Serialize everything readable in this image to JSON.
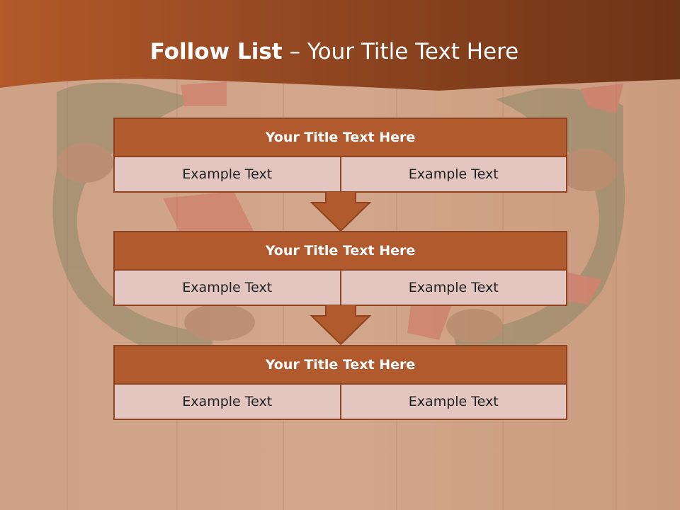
{
  "slide": {
    "title_bold": "Follow List",
    "title_rest": "– Your Title Text Here"
  },
  "steps": [
    {
      "title": "Your Title Text Here",
      "left": "Example Text",
      "right": "Example Text"
    },
    {
      "title": "Your Title Text Here",
      "left": "Example Text",
      "right": "Example Text"
    },
    {
      "title": "Your Title Text Here",
      "left": "Example Text",
      "right": "Example Text"
    }
  ],
  "colors": {
    "header": "#7a3a1a",
    "box_title": "#b05a2e",
    "box_cell": "#e3c6bf",
    "border": "#8e4420"
  }
}
